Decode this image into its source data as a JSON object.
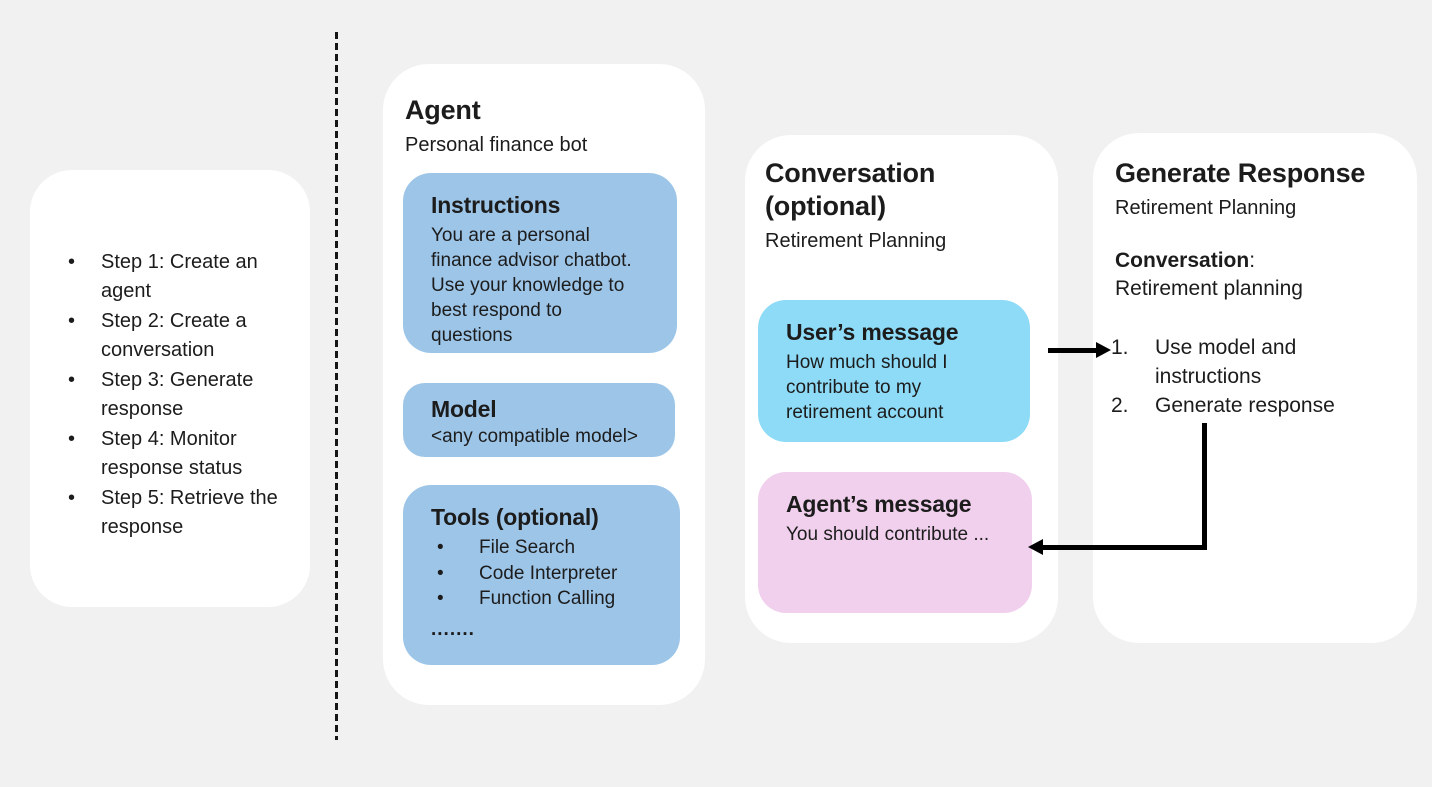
{
  "glyphs": {
    "bullet": "•"
  },
  "colors": {
    "background": "#f1f1f1",
    "card": "#ffffff",
    "agent_box_blue": "#9dc5e8",
    "user_message_cyan": "#8edbf7",
    "agent_message_pink": "#f1d0ee",
    "line_black": "#000000"
  },
  "steps_panel": {
    "items": [
      "Step 1: Create an\nagent",
      "Step 2: Create a\nconversation",
      "Step 3: Generate\nresponse",
      "Step 4: Monitor\nresponse status",
      "Step 5: Retrieve the\nresponse"
    ]
  },
  "agent_card": {
    "title": "Agent",
    "subtitle": "Personal finance bot",
    "instructions": {
      "title": "Instructions",
      "body": "You are a personal\nfinance advisor chatbot.\nUse your knowledge to\nbest respond to\nquestions"
    },
    "model": {
      "title": "Model",
      "body": "<any compatible model>"
    },
    "tools": {
      "title": "Tools (optional)",
      "items": [
        "File Search",
        "Code Interpreter",
        "Function Calling"
      ],
      "ellipsis": "......."
    }
  },
  "conversation_card": {
    "title": "Conversation\n(optional)",
    "subtitle": "Retirement Planning",
    "user_message": {
      "title": "User’s message",
      "body": "How much should I\ncontribute to my\nretirement account"
    },
    "agent_message": {
      "title": "Agent’s message",
      "body": "You should contribute ..."
    }
  },
  "generate_card": {
    "title": "Generate Response",
    "subtitle": "Retirement Planning",
    "conversation_label": "Conversation",
    "colon": ":",
    "conversation_value": "Retirement planning",
    "numbers": [
      "1.",
      "2."
    ],
    "steps": [
      "Use model and\ninstructions",
      "Generate response"
    ]
  }
}
